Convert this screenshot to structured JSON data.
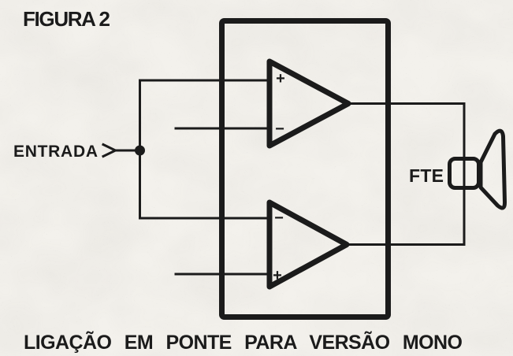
{
  "figure": {
    "title": "FIGURA 2",
    "caption": "LIGAÇÃO EM PONTE PARA VERSÃO MONO"
  },
  "diagram": {
    "input_label": "ENTRADA",
    "speaker_label": "FTE",
    "amplifiers": {
      "top": {
        "input1": "+",
        "input2": "−"
      },
      "bottom": {
        "input1": "−",
        "input2": "+"
      }
    }
  },
  "colors": {
    "ink": "#1b1b1b",
    "paper": "#f3f1ec"
  }
}
